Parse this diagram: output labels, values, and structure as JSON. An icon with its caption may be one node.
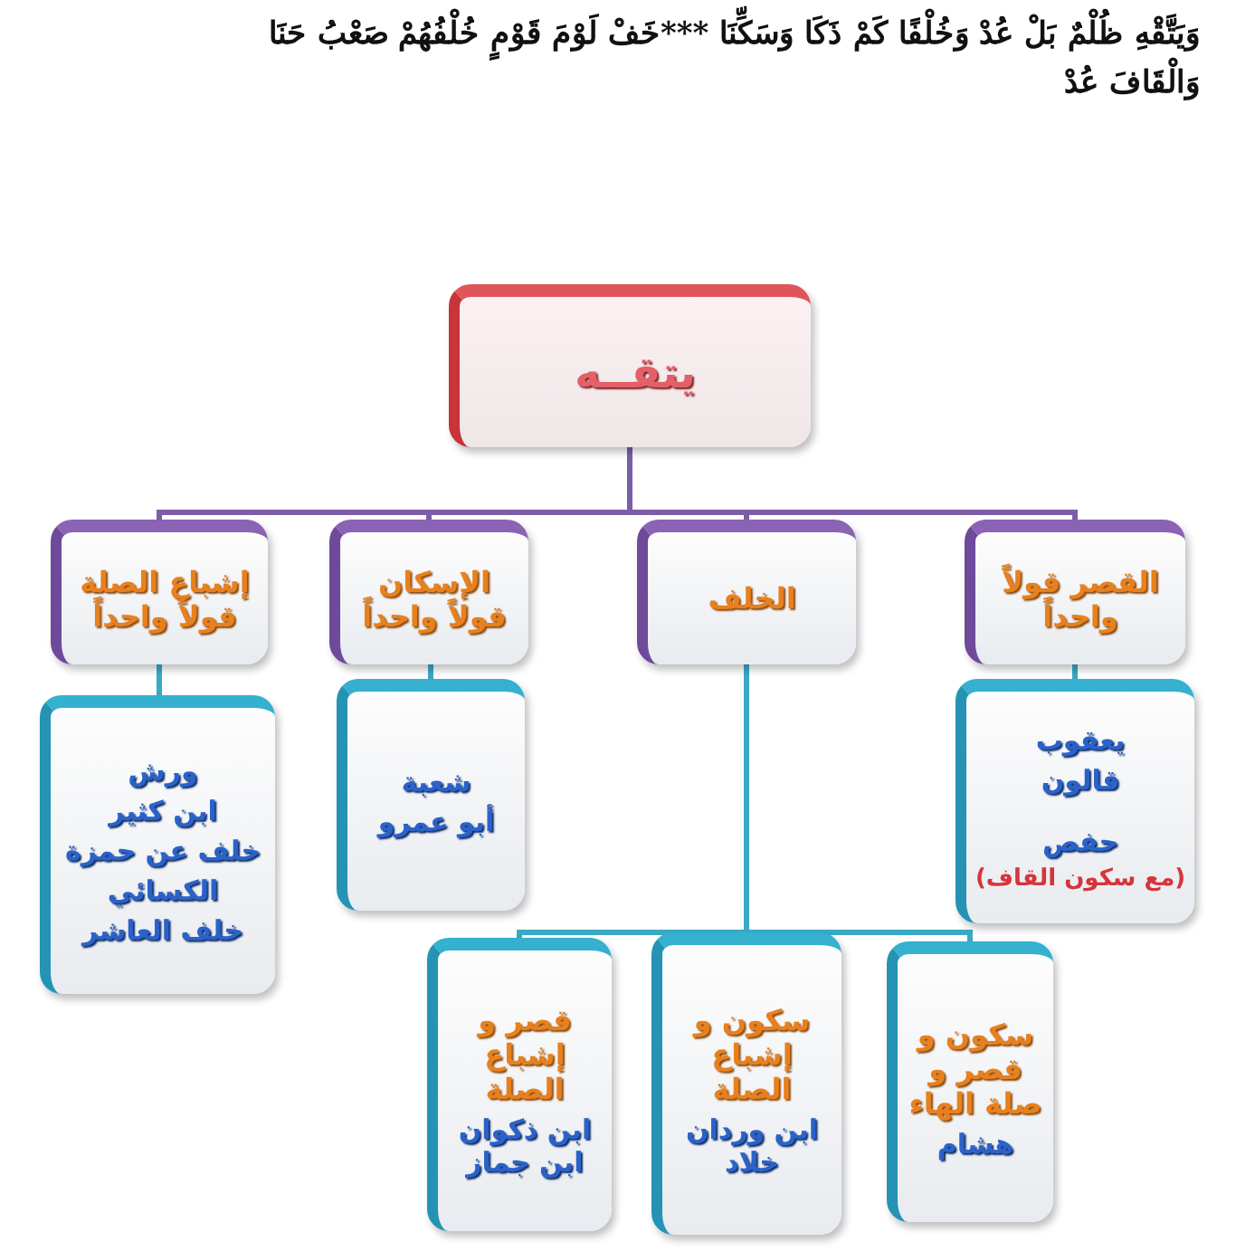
{
  "diagram": {
    "title": "وَيَتَّقْهِ ظُلْمٌ بَلْ عُدْ وَخُلْفًا كَمْ ذَكَا وَسَكِّنَا ***خَفْ لَوْمَ قَوْمٍ خُلْفُهُمْ صَعْبُ حَنَا وَالْقَافَ عُدْ",
    "nodes": [
      {
        "text": [
          "يتقــه"
        ]
      },
      {
        "text": [
          "القصر قولاً واحداً"
        ]
      },
      {
        "text": [
          "الخلف"
        ]
      },
      {
        "text": [
          "الإسكان قولاً واحداً"
        ]
      },
      {
        "text": [
          "إشباع الصلة قولاً واحداً"
        ]
      },
      {
        "text": [
          "يعقوب",
          "قالون",
          "حفص",
          "(مع سكون القاف)"
        ]
      },
      {
        "text": [
          "شعبة",
          "أبو عمرو"
        ]
      },
      {
        "text": [
          "ورش",
          "ابن كثير",
          "خلف عن حمزة",
          "الكسائي",
          "خلف العاشر"
        ]
      },
      {
        "text": [
          "سكون و قصر و صلة الهاء",
          "هشام"
        ]
      },
      {
        "text": [
          "سكون و إشباع الصلة",
          "ابن وردان خلاد"
        ]
      },
      {
        "text": [
          "قصر و إشباع الصلة",
          "ابن ذكوان ابن جماز"
        ]
      }
    ],
    "edges": [
      {
        "from": 0,
        "to": 1,
        "arrow": "none",
        "color": "#7b5ea7"
      },
      {
        "from": 0,
        "to": 2,
        "arrow": "none",
        "color": "#7b5ea7"
      },
      {
        "from": 0,
        "to": 3,
        "arrow": "none",
        "color": "#7b5ea7"
      },
      {
        "from": 0,
        "to": 4,
        "arrow": "none",
        "color": "#7b5ea7"
      },
      {
        "from": 1,
        "to": 5,
        "arrow": "none"
      },
      {
        "from": 3,
        "to": 6,
        "arrow": "none"
      },
      {
        "from": 4,
        "to": 7,
        "arrow": "none"
      },
      {
        "from": 2,
        "to": 8,
        "arrow": "none"
      },
      {
        "from": 2,
        "to": 9,
        "arrow": "none"
      },
      {
        "from": 2,
        "to": 10,
        "arrow": "none"
      }
    ]
  }
}
